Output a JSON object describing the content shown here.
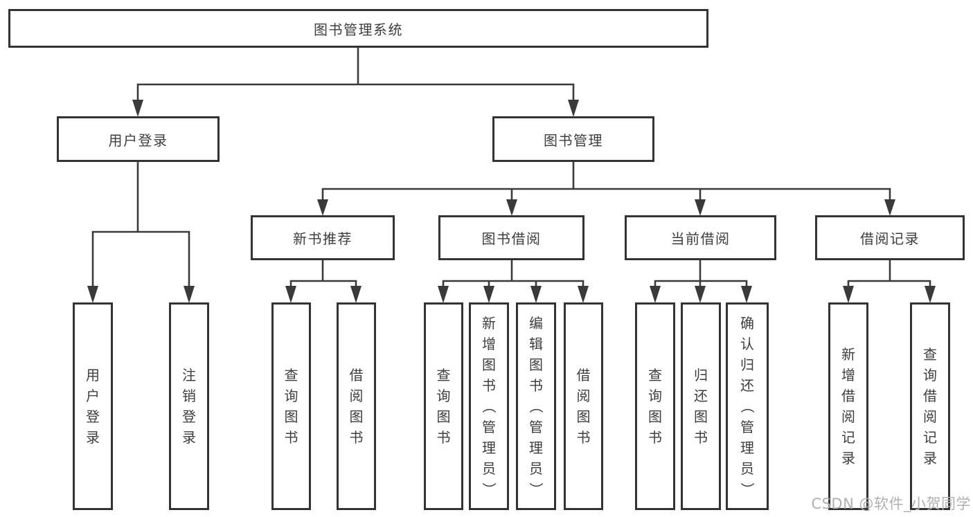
{
  "diagram": {
    "root": {
      "label": "图书管理系统",
      "children": [
        {
          "label": "用户登录",
          "children": [
            {
              "label": "用户登录"
            },
            {
              "label": "注销登录"
            }
          ]
        },
        {
          "label": "图书管理",
          "children": [
            {
              "label": "新书推荐",
              "children": [
                {
                  "label": "查询图书"
                },
                {
                  "label": "借阅图书"
                }
              ]
            },
            {
              "label": "图书借阅",
              "children": [
                {
                  "label": "查询图书"
                },
                {
                  "label": "新增图书（管理员）"
                },
                {
                  "label": "编辑图书（管理员）"
                },
                {
                  "label": "借阅图书"
                }
              ]
            },
            {
              "label": "当前借阅",
              "children": [
                {
                  "label": "查询图书"
                },
                {
                  "label": "归还图书"
                },
                {
                  "label": "确认归还（管理员）"
                }
              ]
            },
            {
              "label": "借阅记录",
              "children": [
                {
                  "label": "新增借阅记录"
                },
                {
                  "label": "查询借阅记录"
                }
              ]
            }
          ]
        }
      ]
    }
  },
  "watermark": "CSDN @软件_小贺同学",
  "colors": {
    "line": "#3a3a3a",
    "box_border": "#333333",
    "text": "#3d3d3d",
    "watermark": "#b0b0b0",
    "background": "#ffffff"
  }
}
